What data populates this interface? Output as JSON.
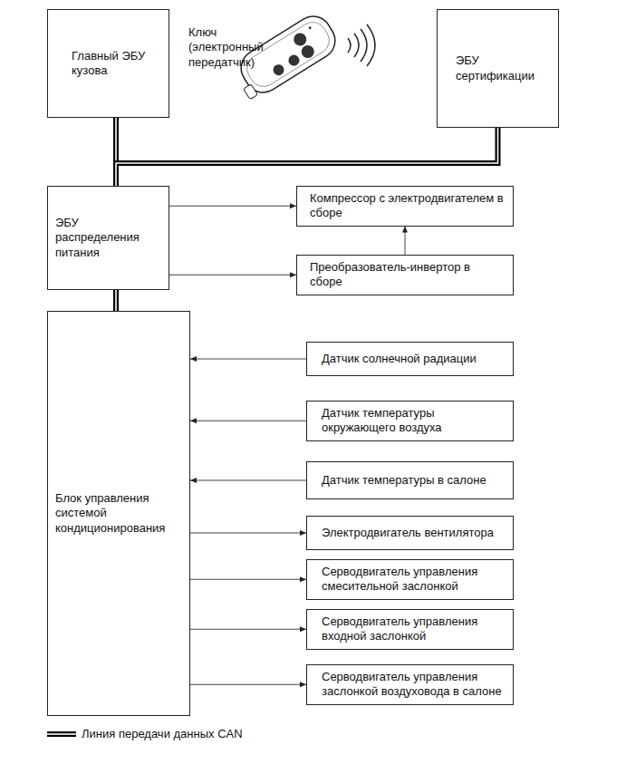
{
  "diagram": {
    "nodes": [
      {
        "text": [
          "Главный ЭБУ кузова"
        ]
      },
      {
        "text": [
          "ЭБУ сертификации"
        ]
      },
      {
        "text": [
          "ЭБУ распределения питания"
        ]
      },
      {
        "text": [
          "Компрессор с электродвигателем в сборе"
        ]
      },
      {
        "text": [
          "Преобразователь-инвертор в сборе"
        ]
      },
      {
        "text": [
          "Блок управления системой кондиционирования"
        ]
      },
      {
        "text": [
          "Датчик солнечной радиации"
        ]
      },
      {
        "text": [
          "Датчик температуры окружающего воздуха"
        ]
      },
      {
        "text": [
          "Датчик температуры в салоне"
        ]
      },
      {
        "text": [
          "Электродвигатель вентилятора"
        ]
      },
      {
        "text": [
          "Серводвигатель управления смесительной заслонкой"
        ]
      },
      {
        "text": [
          "Серводвигатель управления входной заслонкой"
        ]
      },
      {
        "text": [
          "Серводвигатель управления заслонкой воздуховода в салоне"
        ]
      }
    ],
    "edges": [
      {
        "from": 0,
        "to": 2,
        "arrow": "none"
      },
      {
        "from": 1,
        "to": 2,
        "arrow": "none"
      },
      {
        "from": 2,
        "to": 5,
        "arrow": "none"
      },
      {
        "from": 2,
        "to": 3,
        "arrow": "to"
      },
      {
        "from": 2,
        "to": 4,
        "arrow": "to"
      },
      {
        "from": 4,
        "to": 3,
        "arrow": "to"
      },
      {
        "from": 6,
        "to": 5,
        "arrow": "to"
      },
      {
        "from": 7,
        "to": 5,
        "arrow": "to"
      },
      {
        "from": 8,
        "to": 5,
        "arrow": "to"
      },
      {
        "from": 5,
        "to": 9,
        "arrow": "to"
      },
      {
        "from": 5,
        "to": 10,
        "arrow": "to"
      },
      {
        "from": 5,
        "to": 11,
        "arrow": "to"
      },
      {
        "from": 5,
        "to": 12,
        "arrow": "to"
      }
    ],
    "labels": [
      "Ключ (электронный передатчик)"
    ],
    "legend": [
      {
        "text": "Линия передачи данных CAN"
      }
    ]
  }
}
